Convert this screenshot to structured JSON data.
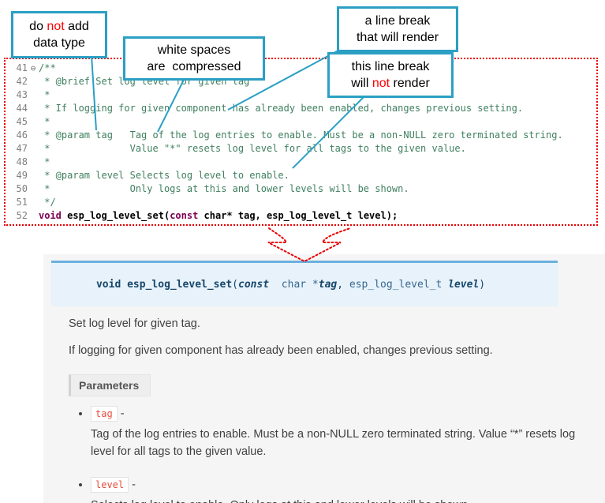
{
  "callouts": {
    "c1": {
      "l1_pre": "do ",
      "l1_red": "not",
      "l1_post": " add",
      "l2": "data type"
    },
    "c2": {
      "l1": "white spaces",
      "l2": "are  compressed"
    },
    "c3": {
      "l1": "a line break",
      "l2": "that will render"
    },
    "c4": {
      "l1": "this line break",
      "l2_pre": "will ",
      "l2_red": "not",
      "l2_post": " render"
    }
  },
  "editor": {
    "fold_icon": "⊖",
    "lines": [
      {
        "n": "41",
        "t": "/**"
      },
      {
        "n": "42",
        "t": " * @brief Set log level for given tag"
      },
      {
        "n": "43",
        "t": " *"
      },
      {
        "n": "44",
        "t": " * If logging for given component has already been enabled, changes previous setting."
      },
      {
        "n": "45",
        "t": " *"
      },
      {
        "n": "46",
        "t": " * @param tag   Tag of the log entries to enable. Must be a non-NULL zero terminated string."
      },
      {
        "n": "47",
        "t": " *              Value \"*\" resets log level for all tags to the given value."
      },
      {
        "n": "48",
        "t": " *"
      },
      {
        "n": "49",
        "t": " * @param level Selects log level to enable."
      },
      {
        "n": "50",
        "t": " *              Only logs at this and lower levels will be shown."
      },
      {
        "n": "51",
        "t": " */"
      }
    ],
    "line52": {
      "n": "52",
      "kw1": "void",
      "mid": " esp_log_level_set(",
      "kw2": "const",
      "rest": " char* tag, esp_log_level_t level);"
    }
  },
  "docs": {
    "signature": {
      "kw_void": "void ",
      "name": "esp_log_level_set",
      "paren_open": "(",
      "kw_const": "const ",
      "type1": " char *",
      "param1": "tag",
      "comma": ", ",
      "type2": "esp_log_level_t ",
      "param2": "level",
      "paren_close": ")"
    },
    "p1": "Set log level for given tag.",
    "p2": "If logging for given component has already been enabled, changes previous setting.",
    "params_label": "Parameters",
    "items": [
      {
        "term": "tag",
        "dash": " -",
        "desc": "Tag of the log entries to enable. Must be a non-NULL zero terminated string. Value “*” resets log level for all tags to the given value."
      },
      {
        "term": "level",
        "dash": " -",
        "desc": "Selects log level to enable. Only logs at this and lower levels will be shown."
      }
    ]
  },
  "colors": {
    "callout_border": "#2b9fc4",
    "highlight_red": "#ff0000",
    "dotted_outline_red": "#e80000",
    "code_comment": "#3f7f5f",
    "code_keyword": "#7f0055",
    "sig_background": "#e7f2fa",
    "sig_border_top": "#6ab0de",
    "param_literal_red": "#e74c3c"
  }
}
